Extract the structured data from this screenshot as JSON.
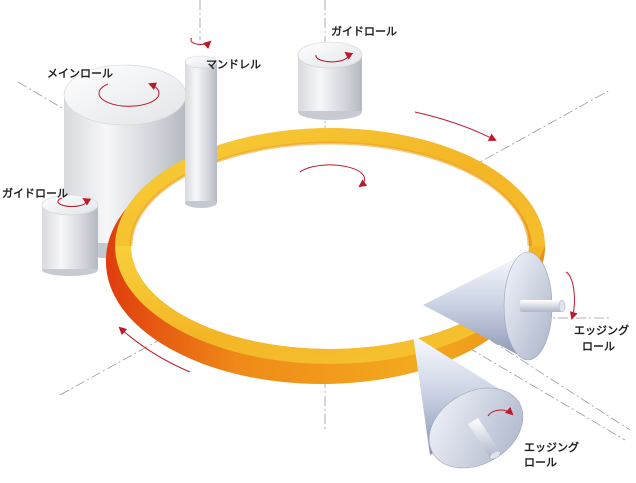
{
  "labels": {
    "main_roll": "メインロール",
    "mandrel": "マンドレル",
    "guide_roll_top": "ガイドロール",
    "guide_roll_left": "ガイドロール",
    "edging_roll_right_1": "エッジング",
    "edging_roll_right_2": "ロール",
    "edging_roll_bottom_1": "エッジング",
    "edging_roll_bottom_2": "ロール"
  },
  "colors": {
    "ring_light": "#f6c42a",
    "ring_mid": "#eea21a",
    "ring_dark": "#e05a10",
    "arrow": "#c0182a",
    "cylinder_light": "#f4f4f6",
    "cylinder_dark": "#b8bcc4",
    "cone_light": "#f2f5fb",
    "cone_dark": "#8c98b4"
  }
}
